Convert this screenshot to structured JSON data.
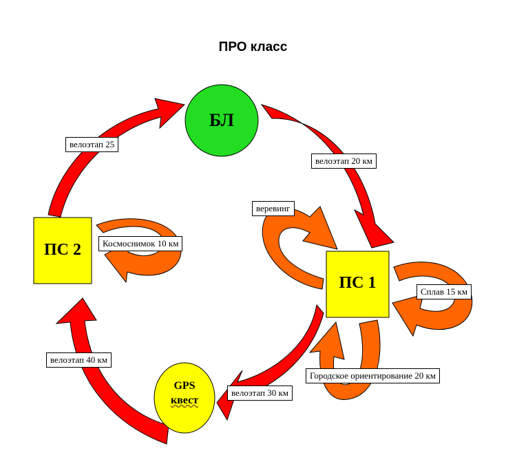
{
  "title": "ПРО класс",
  "nodes": {
    "bl": {
      "label": "БЛ",
      "color": "#22dd22"
    },
    "ps1": {
      "label": "ПС 1",
      "color": "#ffff00"
    },
    "ps2": {
      "label": "ПС 2",
      "color": "#ffff00"
    },
    "gps": {
      "label_line1": "GPS",
      "label_line2": "квест",
      "color": "#ffff00"
    }
  },
  "edges": {
    "e1": "велоэтап 25",
    "e2": "велоэтап 20 км",
    "e3": "велоэтап 30 км",
    "e4": "велоэтап 40 км"
  },
  "loops": {
    "kosmos": "Космоснимок 10 км",
    "vereving": "веревинг",
    "splav": "Сплав 15 км",
    "gorod": "Городское ориентирование  20 км"
  },
  "colors": {
    "main_arrow": "#ff0000",
    "loop_arrow": "#ff6600",
    "outline": "#000000"
  }
}
